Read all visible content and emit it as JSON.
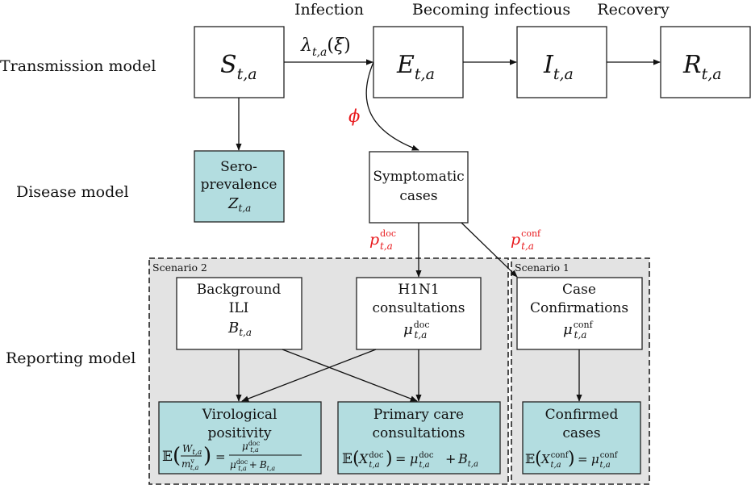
{
  "colors": {
    "highlight_fill": "#b3dde0",
    "scenario_fill": "#e3e3e3",
    "parameter_red": "#e8181c"
  },
  "row_labels": {
    "transmission": "Transmission model",
    "disease": "Disease model",
    "reporting": "Reporting model"
  },
  "transitions": {
    "infection": "Infection",
    "becoming_infectious": "Becoming infectious",
    "recovery": "Recovery"
  },
  "parameters": {
    "force_of_infection": "λt,a(ξ)",
    "phi": "ϕ",
    "p_doc": "pt,a doc",
    "p_conf": "pt,a conf"
  },
  "compartments": {
    "S": "St,a",
    "E": "Et,a",
    "I": "It,a",
    "R": "Rt,a"
  },
  "nodes": {
    "seroprevalence": {
      "line1": "Sero-",
      "line2": "prevalence",
      "line3": "Zt,a"
    },
    "symptomatic": {
      "line1": "Symptomatic",
      "line2": "cases"
    },
    "background_ili": {
      "line1": "Background",
      "line2": "ILI",
      "line3": "Bt,a"
    },
    "h1n1": {
      "line1": "H1N1",
      "line2": "consultations",
      "line3": "μt,a doc"
    },
    "case_confirmations": {
      "line1": "Case",
      "line2": "Confirmations",
      "line3": "μt,a conf"
    },
    "virological": {
      "line1": "Virological",
      "line2": "positivity",
      "formula": "𝔼(Wt,a / mt,a v) = μt,a doc / (μt,a doc + Bt,a)"
    },
    "primary_care": {
      "line1": "Primary care",
      "line2": "consultations",
      "formula": "𝔼(Xt,a doc) = μt,a doc + Bt,a"
    },
    "confirmed": {
      "line1": "Confirmed",
      "line2": "cases",
      "formula": "𝔼(Xt,a conf) = μt,a conf"
    }
  },
  "scenarios": {
    "scenario2": "Scenario 2",
    "scenario1": "Scenario 1"
  }
}
